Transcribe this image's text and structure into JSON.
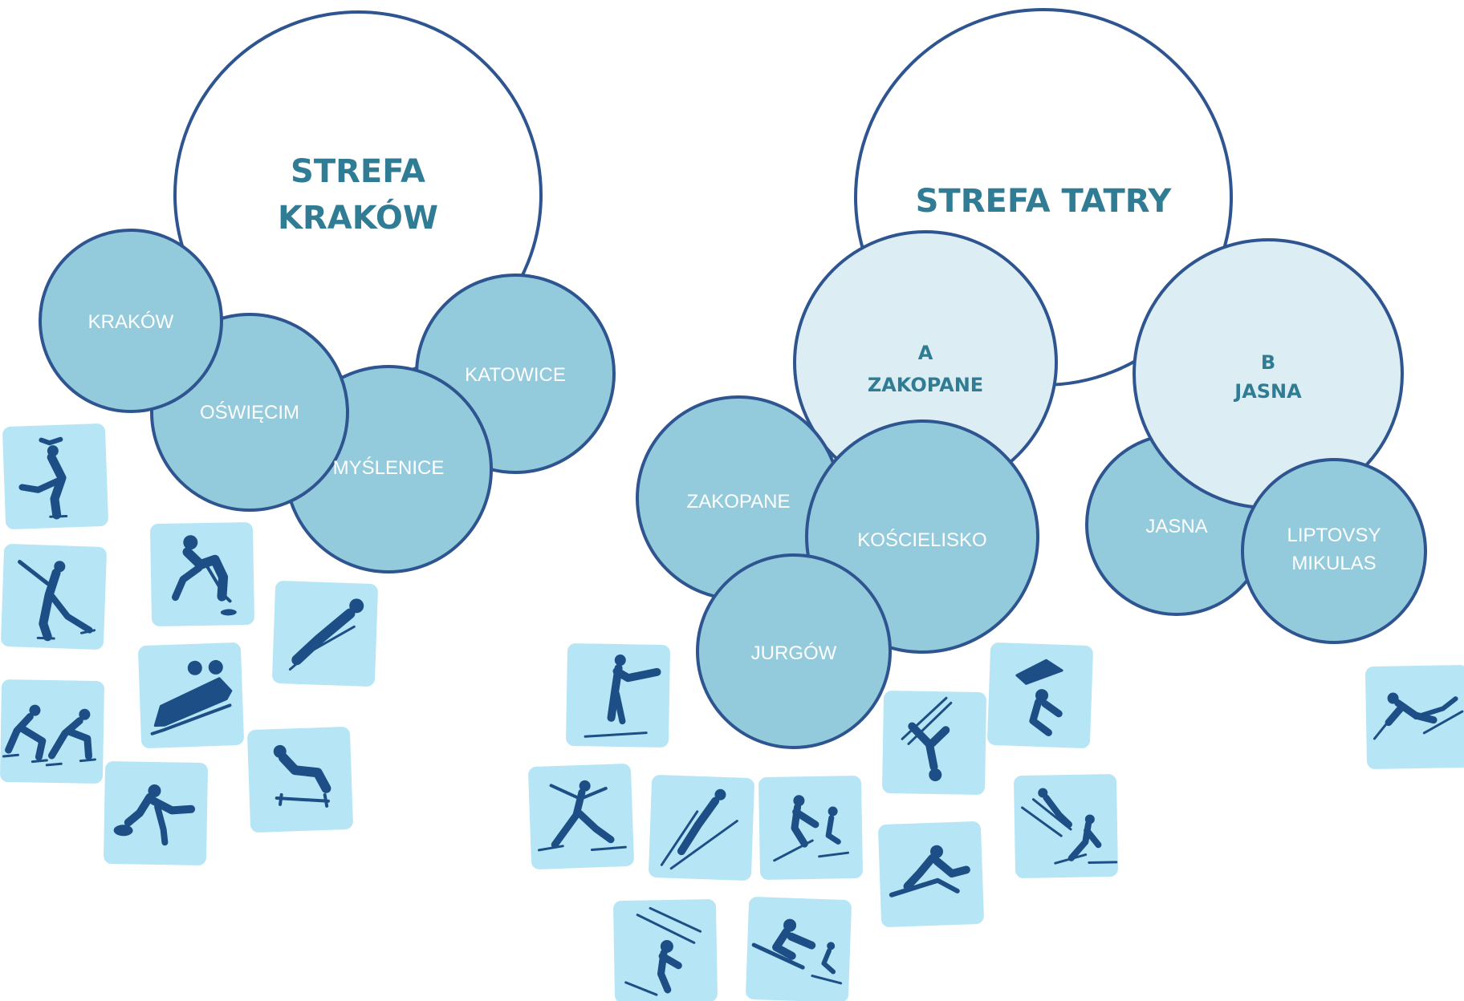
{
  "colors": {
    "zone_circle_fill": "#ffffff",
    "subzone_circle_fill": "#dceef4",
    "venue_circle_fill": "#94cbdc",
    "circle_outline": "#2e5590",
    "title_text": "#2f7c94",
    "venue_text": "#ffffff",
    "pictogram_tile": "#b6e6f5",
    "pictogram_figure": "#1d4f86"
  },
  "zones": [
    {
      "title_lines": [
        "STREFA",
        "KRAKÓW"
      ],
      "venues": [
        "KRAKÓW",
        "OŚWIĘCIM",
        "MYŚLENICE",
        "KATOWICE"
      ]
    },
    {
      "title_lines": [
        "STREFA TATRY"
      ],
      "subzones": [
        {
          "letter": "A",
          "name": "ZAKOPANE",
          "venues": [
            "ZAKOPANE",
            "KOŚCIELISKO",
            "JURGÓW"
          ]
        },
        {
          "letter": "B",
          "name": "JASNA",
          "venues": [
            "JASNA",
            "LIPTOVSY",
            "MIKULAS"
          ]
        }
      ]
    }
  ],
  "pictograms": {
    "krakow_zone": [
      "figure-skating-icon",
      "speed-skating-icon",
      "short-track-icon",
      "ice-hockey-icon",
      "bobsleigh-icon",
      "luge-icon",
      "curling-icon",
      "skeleton-icon"
    ],
    "tatry_zone": [
      "biathlon-icon",
      "cross-country-skiing-icon",
      "ski-jumping-icon",
      "nordic-combined-icon",
      "freestyle-aerials-icon",
      "snowboard-halfpipe-icon",
      "freestyle-moguls-icon",
      "snowboard-cross-icon",
      "ski-jumping-team-icon",
      "alpine-freestyle-icon",
      "snowboard-slalom-icon",
      "alpine-skiing-icon"
    ]
  }
}
